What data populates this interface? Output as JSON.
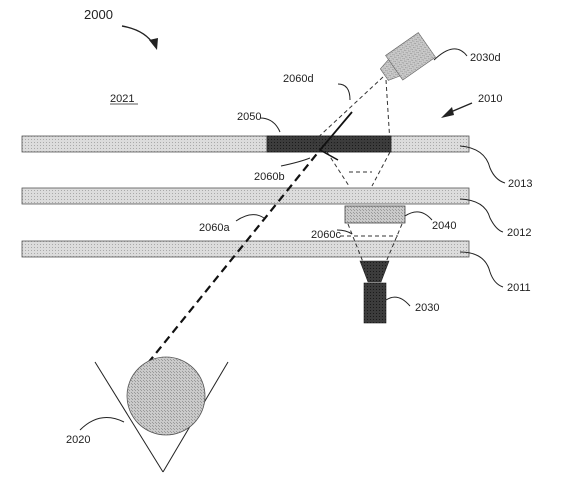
{
  "figure": {
    "number": "2000",
    "assembly": "2010",
    "region": "2021"
  },
  "labels": {
    "panel_top": "2013",
    "panel_middle": "2012",
    "panel_bottom": "2011",
    "region_dark": "2050",
    "sensor_upper": "2030d",
    "sensor_lower": "2030",
    "lens_element": "2040",
    "eye": "2020",
    "path_a": "2060a",
    "path_b": "2060b",
    "path_c": "2060c",
    "path_d": "2060d"
  },
  "colors": {
    "panel_fill": "#d8d8d8",
    "dark_region": "#3a3a3a",
    "sensor": "#333333",
    "sensor_light": "#bfbfbf",
    "eye_fill": "#cfcfcf",
    "stroke": "#222222"
  }
}
